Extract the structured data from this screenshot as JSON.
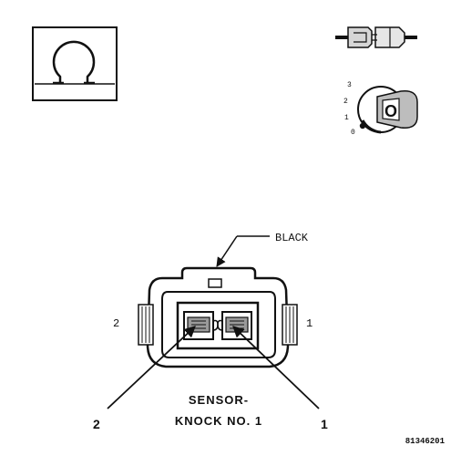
{
  "color_label": "BLACK",
  "pin_left_side": "2",
  "pin_right_side": "1",
  "callout_left": "2",
  "callout_right": "1",
  "component_line1": "SENSOR-",
  "component_line2": "KNOCK NO. 1",
  "ignition_positions": [
    "3",
    "2",
    "1",
    "0"
  ],
  "ignition_key_symbol": "O",
  "figure_id": "81346201",
  "colors": {
    "ink": "#111111",
    "shade": "#9a9a9a",
    "light": "#d6d6d6"
  },
  "icons": [
    "ohmmeter-icon",
    "connector-disconnected-icon",
    "ignition-key-off-icon"
  ]
}
